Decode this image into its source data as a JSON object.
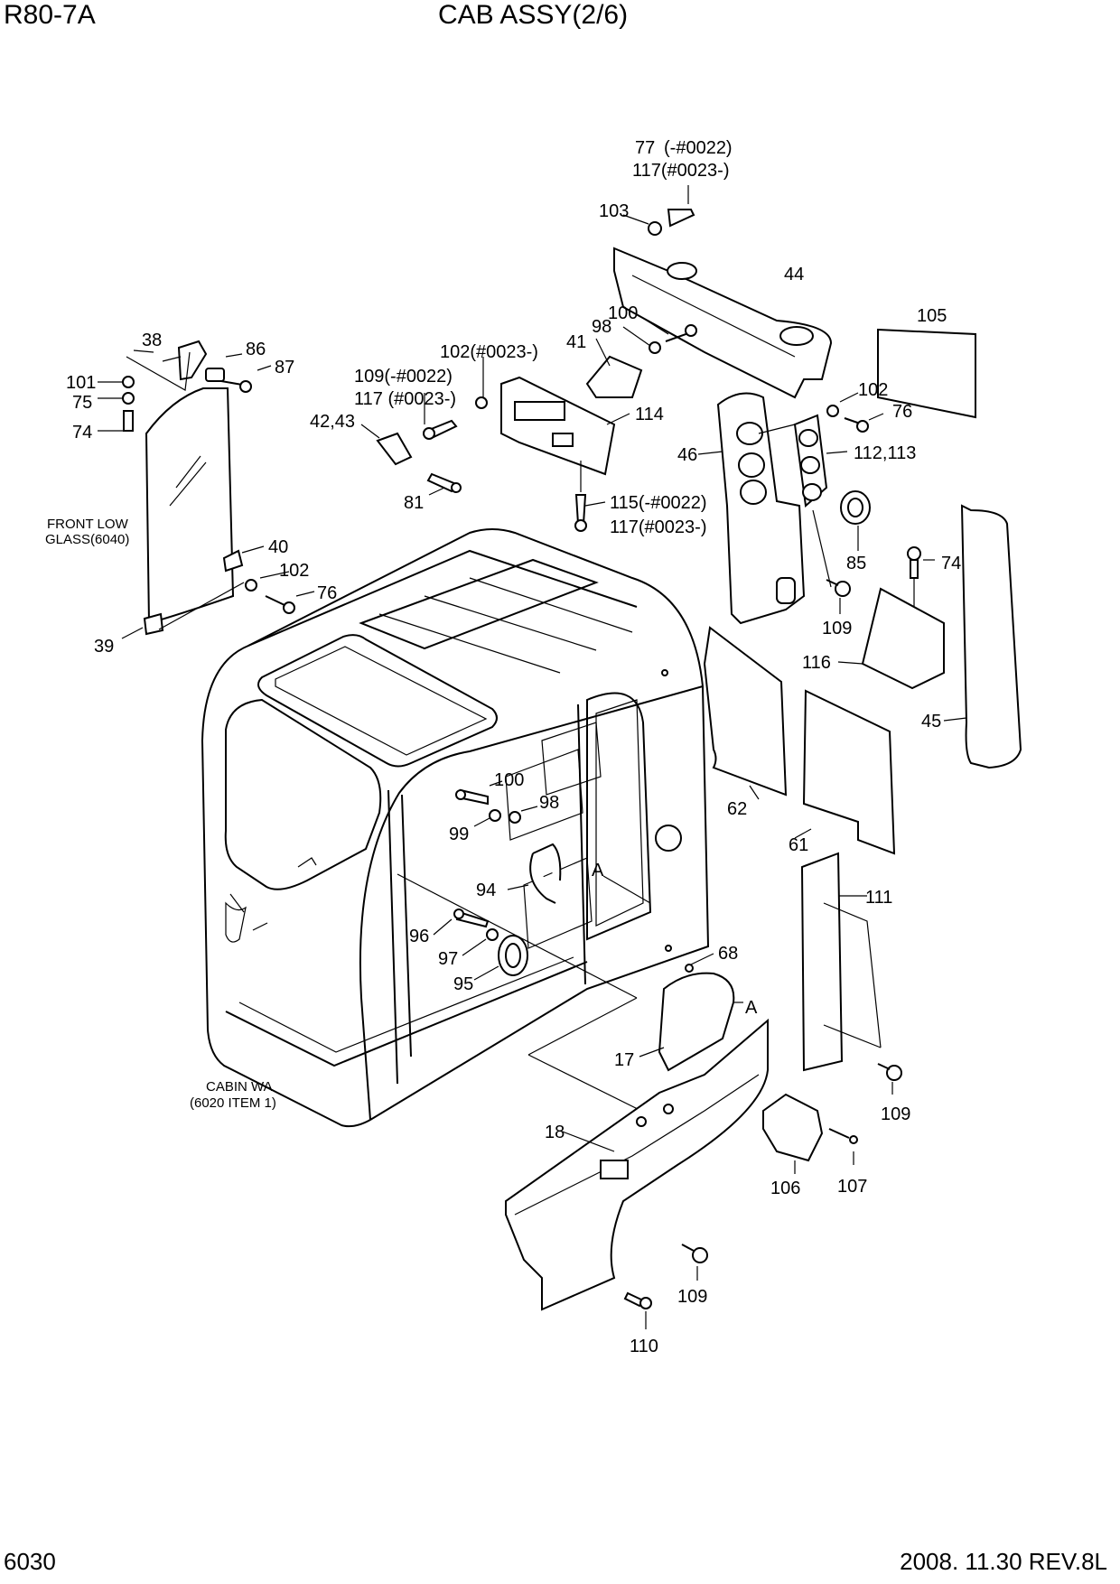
{
  "header": {
    "model": "R80-7A",
    "title": "CAB ASSY(2/6)"
  },
  "footer": {
    "page_number": "6030",
    "date_revision": "2008. 11.30  REV.8L"
  },
  "notes": {
    "front_low_glass_line1": "FRONT LOW",
    "front_low_glass_line2": "GLASS(6040)",
    "cabin_wa_line1": "CABIN WA",
    "cabin_wa_line2": "(6020 ITEM 1)"
  },
  "callouts": {
    "p77": "77",
    "p77_note": "(-#0022)",
    "p117_top": "117(#0023-)",
    "p103": "103",
    "p44": "44",
    "p105": "105",
    "p100_top": "100",
    "p98_top": "98",
    "p41": "41",
    "p102_mid": "102(#0023-)",
    "p109_mid": "109(-#0022)",
    "p117_mid": "117 (#0023-)",
    "p42_43": "42,43",
    "p114": "114",
    "p81": "81",
    "p115": "115(-#0022)",
    "p117_low": "117(#0023-)",
    "p38": "38",
    "p86": "86",
    "p87": "87",
    "p101": "101",
    "p75": "75",
    "p74_left": "74",
    "p40": "40",
    "p102_left": "102",
    "p76_left": "76",
    "p39": "39",
    "p102_right": "102",
    "p76_right": "76",
    "p46": "46",
    "p112_113": "112,113",
    "p85": "85",
    "p74_right": "74",
    "p109_right": "109",
    "p116": "116",
    "p45": "45",
    "p62": "62",
    "p61": "61",
    "p111": "111",
    "p100_cab": "100",
    "p98_cab": "98",
    "p99": "99",
    "pA_cab": "A",
    "p94": "94",
    "p96": "96",
    "p97": "97",
    "p95": "95",
    "p68": "68",
    "pA_panel": "A",
    "p17": "17",
    "p109_panel": "109",
    "p18": "18",
    "p106": "106",
    "p107": "107",
    "p109_bottom": "109",
    "p110": "110"
  }
}
